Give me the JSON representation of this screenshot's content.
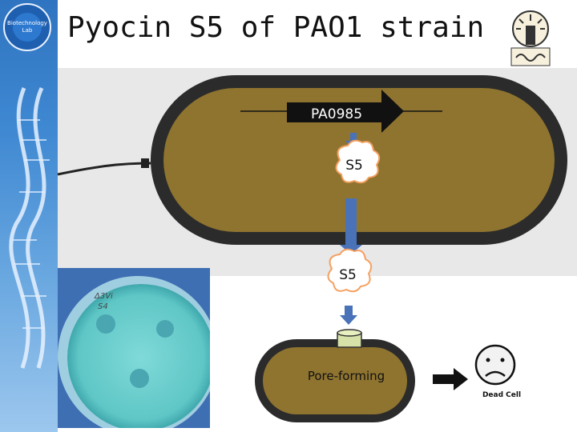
{
  "title": "Pyocin S5 of PAO1 strain",
  "logo_left": {
    "label": "Biotechnology Lab"
  },
  "diagram": {
    "gene_label": "PA0985",
    "protein_label_1": "S5",
    "protein_label_2": "S5",
    "target_cell_label": "Pore-forming",
    "result_label": "Dead Cell"
  },
  "plate": {
    "note_1": "Δ3Vi",
    "note_2": "S4"
  },
  "colors": {
    "cell_fill": "#8f7430",
    "cell_border": "#2c2c2c",
    "arrow_blue": "#4a72b8",
    "cloud_border": "#f4a060",
    "agar": "#6fd0cf",
    "sidebar_top": "#2f74c0"
  },
  "icons": [
    "dna-helix-icon",
    "sad-face-icon",
    "university-emblem-icon"
  ]
}
